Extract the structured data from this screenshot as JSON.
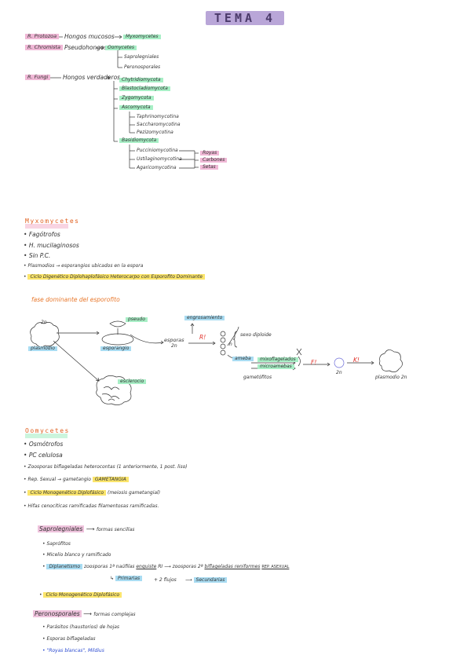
{
  "title": "TEMA 4",
  "tree": {
    "r1_kingdom": "R. Protozoa",
    "r1_group": "Hongos mucosos",
    "r1_class": "Myxomycetes",
    "r2_kingdom": "R. Chromista",
    "r2_group": "Pseudohongos",
    "r2_phylum": "Oomycetes",
    "r2_orders": [
      "Saprolegniales",
      "Peronosporales"
    ],
    "r3_kingdom": "R. Fungi",
    "r3_group": "Hongos verdaderos",
    "r3_phyla": [
      "Chytridiomycota",
      "Blastocladiomycota",
      "Zygomycota",
      "Ascomycota",
      "Basidiomycota"
    ],
    "asco_sub": [
      "Taphrinomycotina",
      "Saccharomycotina",
      "Pezizomycotina"
    ],
    "basidio_sub": [
      "Pucciniomycotina",
      "Ustilaginomycotina",
      "Agaricomycotina"
    ],
    "basidio_types": [
      "Royas",
      "Carbones",
      "Setas"
    ]
  },
  "myxo": {
    "heading": "Myxomycetes",
    "bullets": [
      "Fagótrofos",
      "H. mucilaginosos",
      "Sin P.C.",
      "Plasmodios → esporangios ubicados en la espora"
    ],
    "cycle": "Ciclo Digenético Diplohaplofásico Heterocarpo con Esporofito Dominante",
    "phase_label": "fase dominante del esporofito",
    "diagram": {
      "n2": "2n",
      "plasmodio": "plasmodio",
      "pseudo": "pseudo",
      "esporangio": "esporangio",
      "esclerocio": "esclerocio",
      "esporas": "esporas",
      "esporas_n": "2n",
      "engrosamiento": "engrosamiento",
      "ri": "R!",
      "n": "n",
      "sexo": "sexo diploide",
      "amebas": "ameba",
      "mixoflagelados": "mixoflagelados",
      "microamebas": "microamebas",
      "gametofitos": "gametófitos",
      "f": "F!",
      "k": "K!",
      "two_n": "2n",
      "plasmodio2": "plasmodio 2n"
    }
  },
  "oomy": {
    "heading": "Oomycetes",
    "bullets": [
      "Osmótrofos",
      "PC celulosa",
      "Zoosporas biflageladas heterocontas (1 anteriormente, 1 post. liso)"
    ],
    "rep_sexual": "Rep. Sexual → gametangio",
    "gametangio": "GAMETANGIA",
    "cycle": "Ciclo Monogenético Diplofásico",
    "cycle_extra": "(meiosis gametangial)",
    "hifas": "Hifas cenocíticas ramificadas filamentosas ramificadas."
  },
  "saprole": {
    "heading": "Saprolegniales",
    "arrow_text": "formas sencillas",
    "bullets": [
      "Saprófitos",
      "Micelio blanco y ramificado"
    ],
    "diplanetismo": "Diplanetismo",
    "zoosp": "zoosporas 1ª naúfilas",
    "quiste": "enquiste",
    "quiste_n": "RI",
    "zoosp2": "zoosporas 2ª",
    "rep": "biflageladas reniformes",
    "rep_asexual": "REP. ASEXUAL",
    "primaria": "Primarias",
    "germ": "+ 2 flujos",
    "secundaria": "Secundarias",
    "cycle": "Ciclo Monogenético Diplofásico"
  },
  "perono": {
    "heading": "Peronosporales",
    "arrow_text": "formas complejas",
    "bullets": [
      "Parásitos (haustorios) de hojas",
      "Esporas biflageladas"
    ],
    "last": "\"Royas blancas\", Mildius"
  }
}
